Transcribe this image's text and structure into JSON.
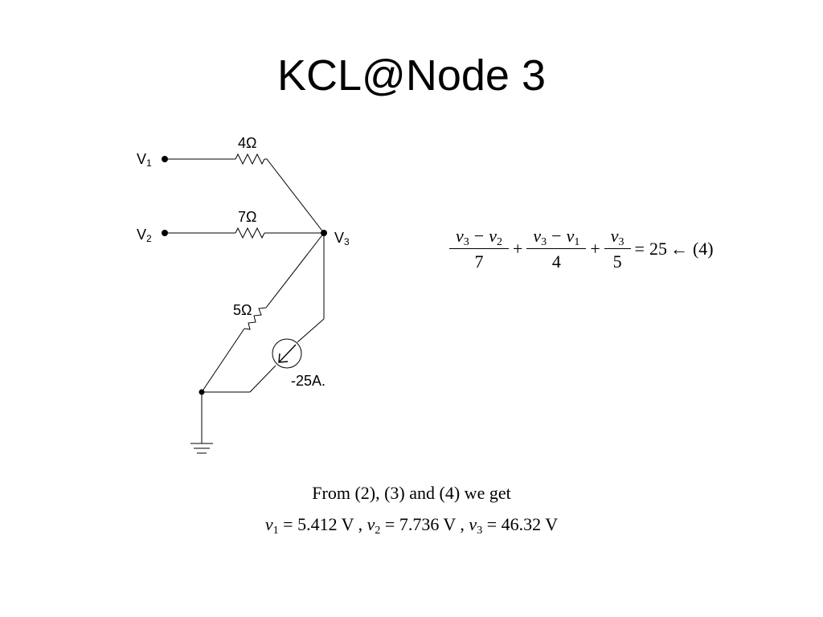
{
  "slide": {
    "title": "KCL@Node 3"
  },
  "circuit": {
    "nodes": {
      "v1": "V",
      "v2": "V",
      "v3": "V"
    },
    "node_subscripts": {
      "v1": "1",
      "v2": "2",
      "v3": "3"
    },
    "resistors": {
      "r1": "4Ω",
      "r2": "7Ω",
      "r3": "5Ω"
    },
    "source_label": "-25A."
  },
  "equation": {
    "term1": {
      "num_a": "v",
      "num_a_sub": "3",
      "minus": "−",
      "num_b": "v",
      "num_b_sub": "2",
      "den": "7"
    },
    "plus1": "+",
    "term2": {
      "num_a": "v",
      "num_a_sub": "3",
      "minus": "−",
      "num_b": "v",
      "num_b_sub": "1",
      "den": "4"
    },
    "plus2": "+",
    "term3": {
      "num_a": "v",
      "num_a_sub": "3",
      "den": "5"
    },
    "equals": "=",
    "rhs": "25",
    "arrow": "←",
    "tag": "(4)"
  },
  "result": {
    "line1": "From (2), (3) and (4) we get",
    "values": [
      {
        "var": "v",
        "sub": "1",
        "text": " = 5.412 V"
      },
      {
        "var": "v",
        "sub": "2",
        "text": " = 7.736 V"
      },
      {
        "var": "v",
        "sub": "3",
        "text": " = 46.32 V"
      }
    ],
    "separator": " , "
  }
}
